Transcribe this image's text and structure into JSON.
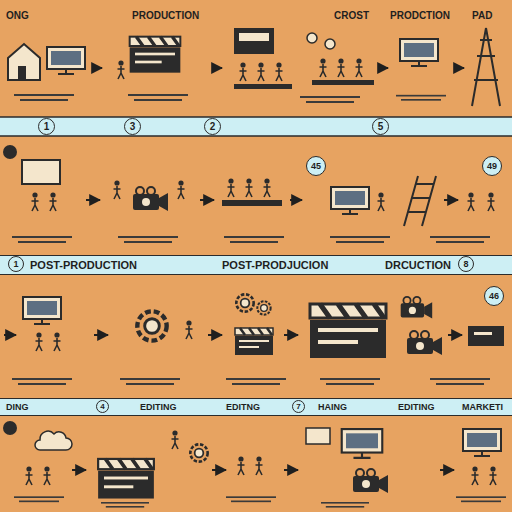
{
  "diagram": {
    "nodes": [
      {
        "text": [
          "ONG"
        ]
      },
      {
        "text": [
          "PRODUCTION"
        ]
      },
      {
        "text": [
          "CROST"
        ]
      },
      {
        "text": [
          "PRODCTION"
        ]
      },
      {
        "text": [
          "PAD"
        ]
      },
      {
        "text": [
          "1"
        ]
      },
      {
        "text": [
          "3"
        ]
      },
      {
        "text": [
          "2"
        ]
      },
      {
        "text": [
          "5"
        ]
      },
      {
        "text": [
          "45"
        ]
      },
      {
        "text": [
          "49"
        ]
      },
      {
        "text": [
          "POST-PRODUCTION",
          "POST-PRODJUCION",
          "DRCUCTION"
        ]
      },
      {
        "text": [
          "1"
        ],
        "in": 11
      },
      {
        "text": [
          "8"
        ],
        "in": 11
      },
      {
        "text": [
          "46"
        ]
      },
      {
        "text": [
          "DING",
          "EDITING",
          "EDITNG",
          "HAING",
          "EDITING",
          "MARKETI"
        ]
      },
      {
        "text": [
          "4"
        ],
        "in": 15
      },
      {
        "text": [
          "7"
        ],
        "in": 15
      }
    ],
    "edges": [
      {
        "from": 0,
        "to": 1,
        "arrow": "to"
      },
      {
        "from": 1,
        "to": 2,
        "arrow": "to"
      },
      {
        "from": 2,
        "to": 3,
        "arrow": "to"
      },
      {
        "from": 3,
        "to": 4,
        "arrow": "to"
      }
    ]
  }
}
